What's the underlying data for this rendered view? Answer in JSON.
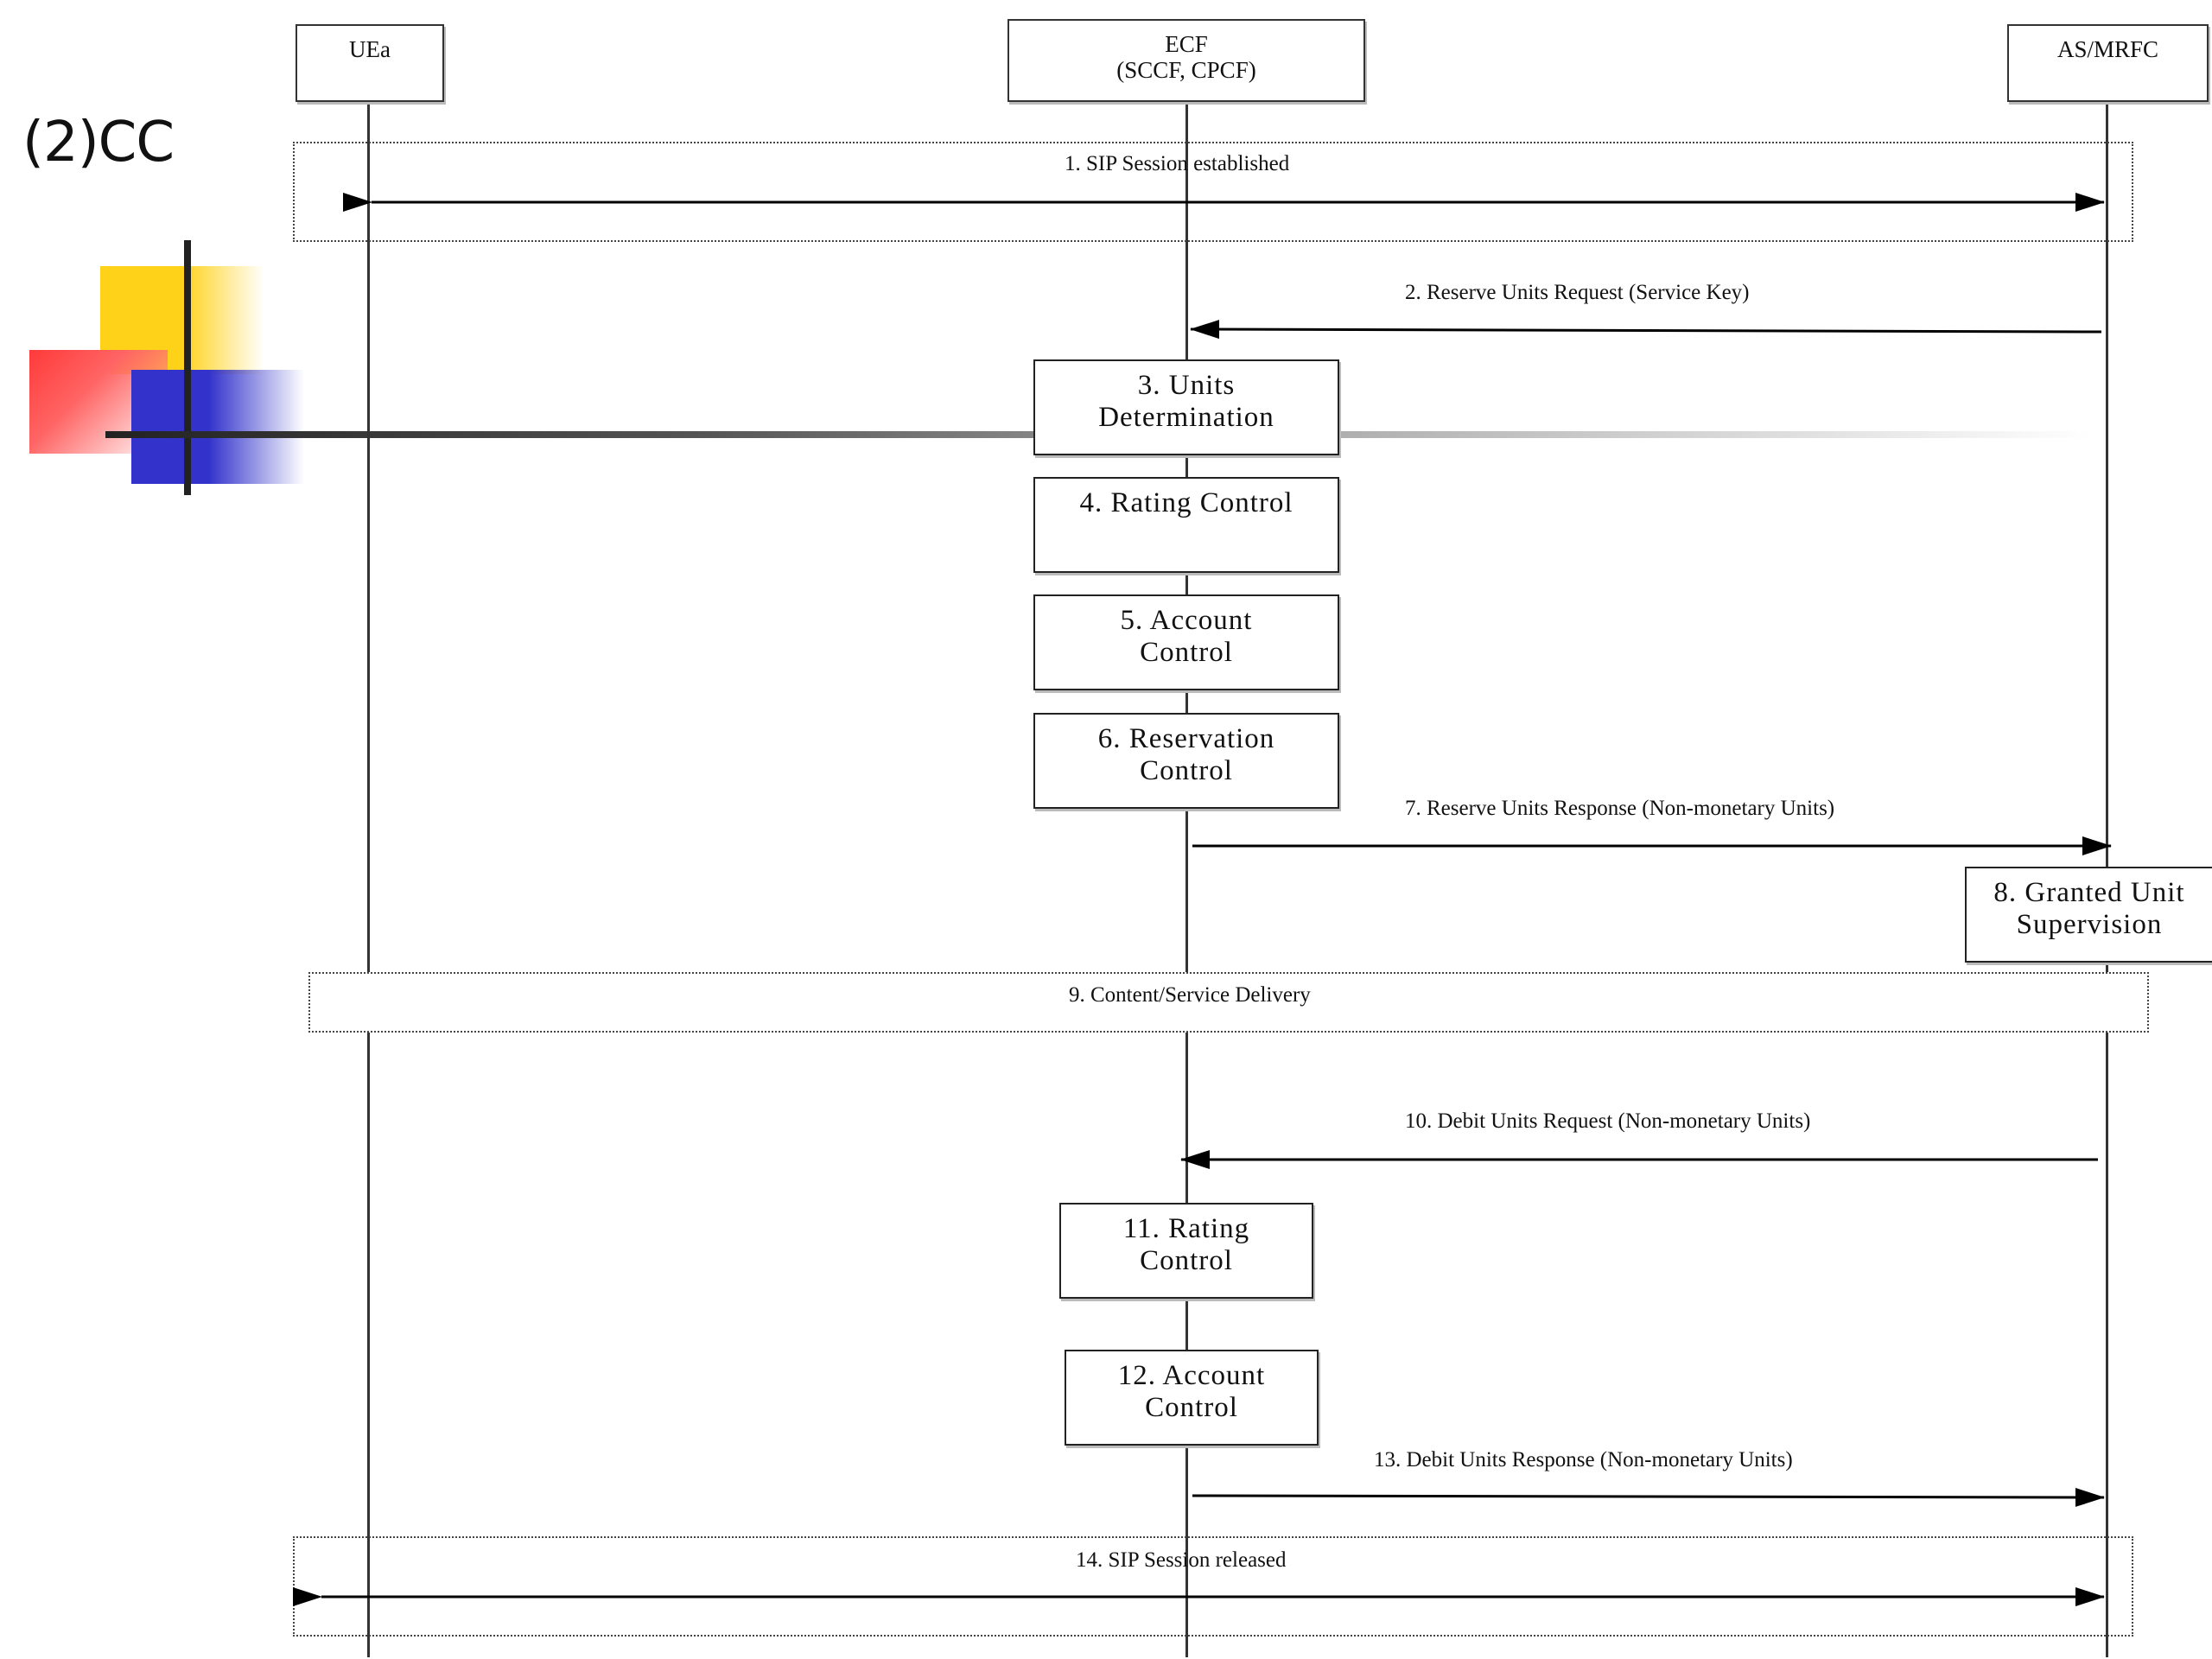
{
  "slide": {
    "title": "(2)CC"
  },
  "actors": {
    "uea": "UEa",
    "ecf_line1": "ECF",
    "ecf_line2": "(SCCF, CPCF)",
    "as_mrfc": "AS/MRFC"
  },
  "frames": {
    "f1": "1. SIP Session established",
    "f9": "9. Content/Service Delivery",
    "f14": "14. SIP Session released"
  },
  "messages": {
    "m2": "2. Reserve Units Request (Service Key)",
    "m7": "7. Reserve Units Response (Non-monetary Units)",
    "m10": "10. Debit Units Request (Non-monetary Units)",
    "m13": "13. Debit Units Response (Non-monetary Units)"
  },
  "processes": {
    "p3_l1": "3. Units",
    "p3_l2": "Determination",
    "p4": "4. Rating Control",
    "p5_l1": "5. Account",
    "p5_l2": "Control",
    "p6_l1": "6. Reservation",
    "p6_l2": "Control",
    "p8_l1": "8. Granted Unit",
    "p8_l2": "Supervision",
    "p11_l1": "11. Rating",
    "p11_l2": "Control",
    "p12_l1": "12. Account",
    "p12_l2": "Control"
  }
}
